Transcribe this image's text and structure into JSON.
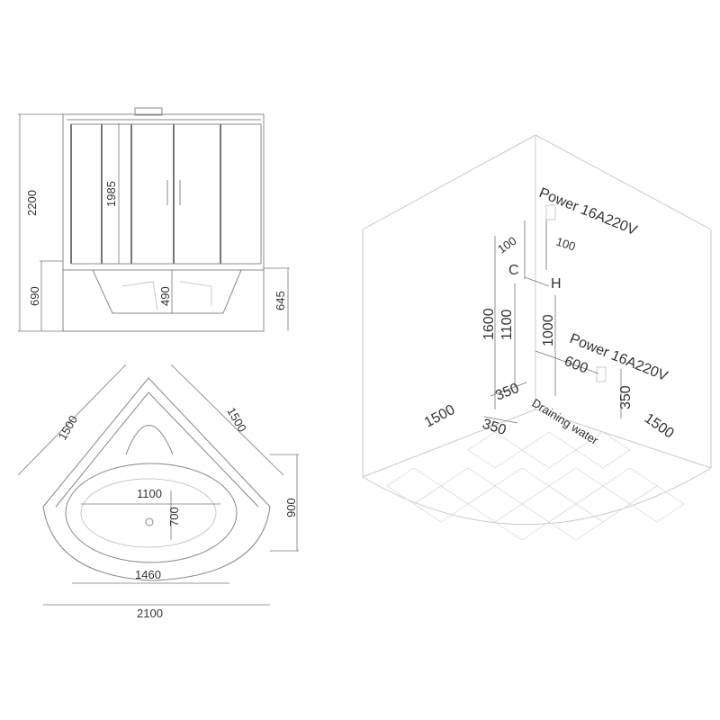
{
  "front_view": {
    "height_total": "2200",
    "door_height": "1985",
    "base_height": "690",
    "tub_depth": "490",
    "tub_height": "645"
  },
  "top_view": {
    "side_left": "1500",
    "side_right": "1500",
    "oval_length": "1100",
    "oval_width": "700",
    "inner_length": "1460",
    "overall_width": "2100",
    "depth": "900"
  },
  "room_view": {
    "power_top": "Power 16A220V",
    "power_bottom": "Power 16A220V",
    "offset_left": "100",
    "offset_right": "100",
    "cold_label": "C",
    "hot_label": "H",
    "height_1600": "1600",
    "height_1100": "1100",
    "height_1000": "1000",
    "dist_600": "600",
    "dist_350_a": "350",
    "dist_350_b": "350",
    "dist_350_c": "350",
    "wall_left": "1500",
    "wall_right": "1500",
    "drain_label": "Draining water"
  }
}
